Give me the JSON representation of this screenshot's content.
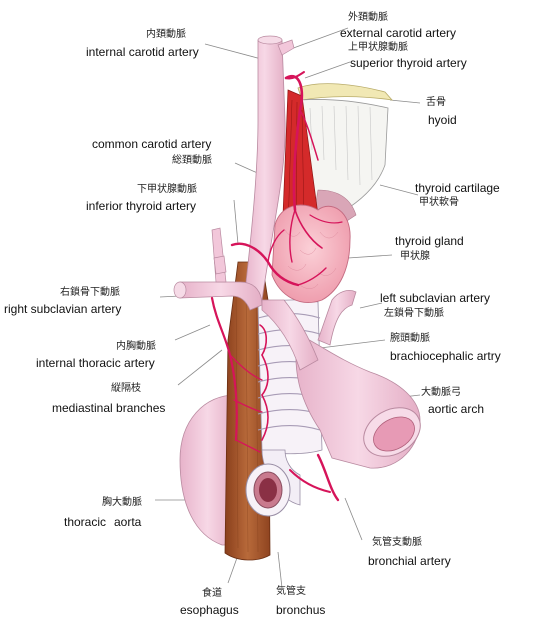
{
  "labels": {
    "internal_carotid": {
      "jp": "内頚動脈",
      "en": "internal carotid artery"
    },
    "external_carotid": {
      "jp": "外頚動脈",
      "en": "external carotid artery"
    },
    "superior_thyroid": {
      "jp": "上甲状腺動脈",
      "en": "superior thyroid artery"
    },
    "hyoid": {
      "jp": "舌骨",
      "en": "hyoid"
    },
    "common_carotid": {
      "jp": "総頚動脈",
      "en": "common carotid artery"
    },
    "inferior_thyroid": {
      "jp": "下甲状腺動脈",
      "en": "inferior thyroid artery"
    },
    "thyroid_cartilage": {
      "jp": "甲状軟骨",
      "en": "thyroid cartilage"
    },
    "thyroid_gland": {
      "jp": "甲状腺",
      "en": "thyroid gland"
    },
    "right_subclavian": {
      "jp": "右鎖骨下動脈",
      "en": "right subclavian artery"
    },
    "left_subclavian": {
      "jp": "左鎖骨下動脈",
      "en": "left subclavian artery"
    },
    "internal_thoracic": {
      "jp": "内胸動脈",
      "en": "internal thoracic artery"
    },
    "brachiocephalic": {
      "jp": "腕頭動脈",
      "en": "brachiocephalic artry"
    },
    "mediastinal": {
      "jp": "縦隔枝",
      "en": "mediastinal branches"
    },
    "aortic_arch": {
      "jp": "大動脈弓",
      "en": "aortic arch"
    },
    "thoracic_aorta": {
      "jp": "胸大動脈",
      "en_a": "thoracic",
      "en_b": "aorta"
    },
    "bronchial": {
      "jp": "気管支動脈",
      "en": "bronchial artery"
    },
    "esophagus": {
      "jp": "食道",
      "en": "esophagus"
    },
    "bronchus": {
      "jp": "気管支",
      "en": "bronchus"
    }
  },
  "colors": {
    "artery_pale": "#f3c9dc",
    "artery_red": "#d6145a",
    "esophagus": "#a8562b",
    "trachea": "#f7f2f8",
    "thyroid": "#f4a7b6",
    "hyoid": "#f1e8b4",
    "muscle": "#d42a2a"
  }
}
